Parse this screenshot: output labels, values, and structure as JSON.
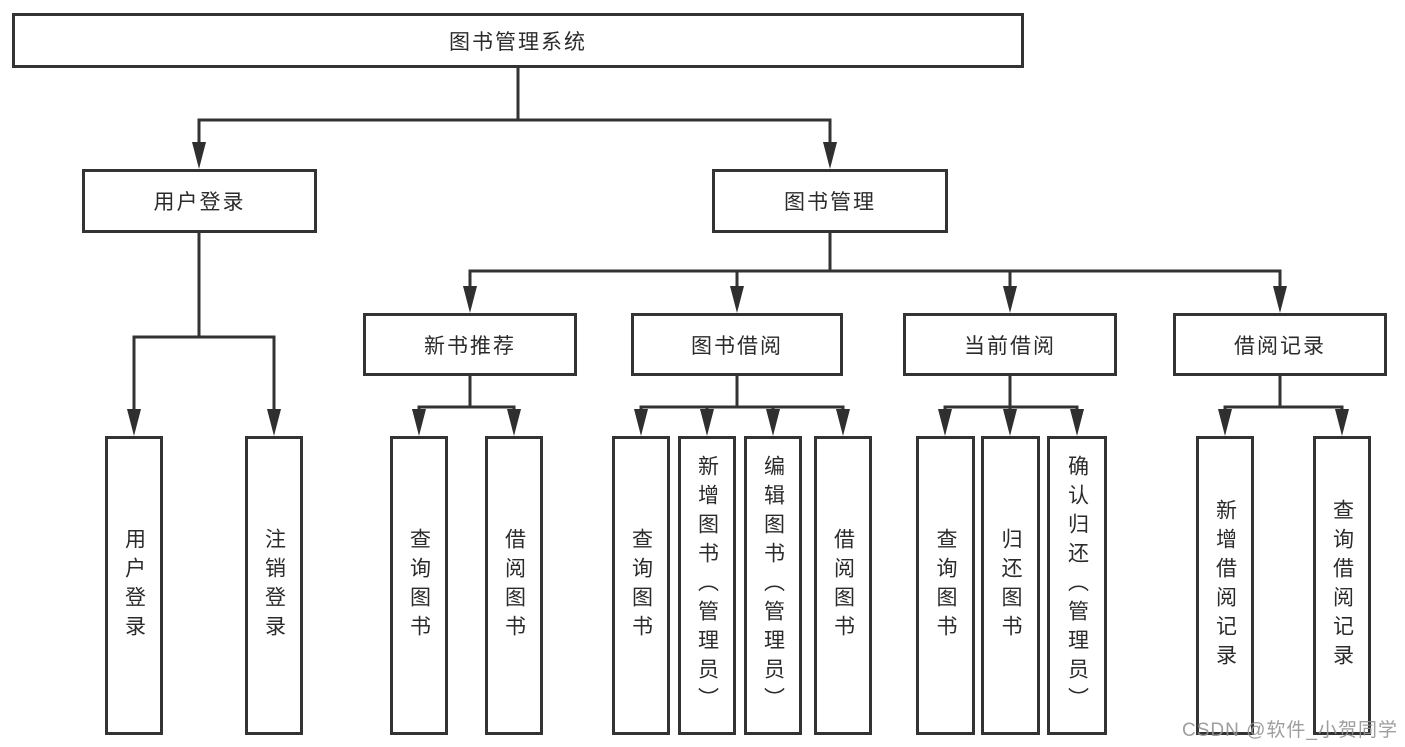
{
  "diagram_type": "hierarchy",
  "tree": {
    "label": "图书管理系统",
    "children": [
      {
        "label": "用户登录",
        "children": [
          {
            "label": "用户登录"
          },
          {
            "label": "注销登录"
          }
        ]
      },
      {
        "label": "图书管理",
        "children": [
          {
            "label": "新书推荐",
            "children": [
              {
                "label": "查询图书"
              },
              {
                "label": "借阅图书"
              }
            ]
          },
          {
            "label": "图书借阅",
            "children": [
              {
                "label": "查询图书"
              },
              {
                "label": "新增图书（管理员）"
              },
              {
                "label": "编辑图书（管理员）"
              },
              {
                "label": "借阅图书"
              }
            ]
          },
          {
            "label": "当前借阅",
            "children": [
              {
                "label": "查询图书"
              },
              {
                "label": "归还图书"
              },
              {
                "label": "确认归还（管理员）"
              }
            ]
          },
          {
            "label": "借阅记录",
            "children": [
              {
                "label": "新增借阅记录"
              },
              {
                "label": "查询借阅记录"
              }
            ]
          }
        ]
      }
    ]
  },
  "watermark": "CSDN @软件_小贺同学",
  "colors": {
    "line": "#333333",
    "arrow": "#2f2f2f",
    "box_border": "#333333",
    "box_fill": "#ffffff",
    "text": "#2b2b2b",
    "watermark": "#949494",
    "background": "#ffffff"
  }
}
